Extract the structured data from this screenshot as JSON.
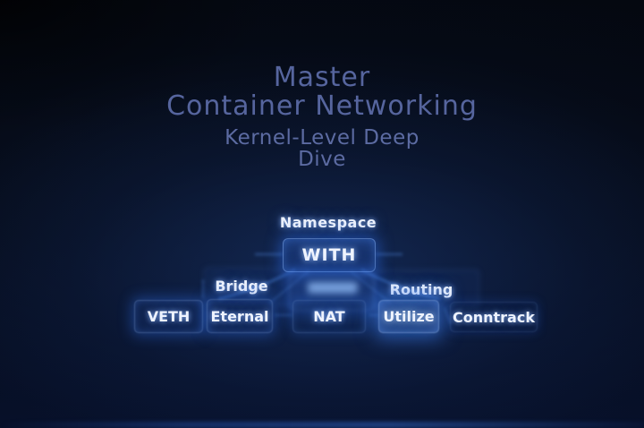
{
  "slide": {
    "title_line1": "Master",
    "title_line2": "Container Networking",
    "subtitle_line1": "Kernel-Level Deep",
    "subtitle_line2": "Dive"
  },
  "diagram": {
    "root_label": "Namespace",
    "root_box_label": "WITH",
    "branch_left_label": "Bridge",
    "branch_right_label": "Routing",
    "leaves": [
      "VETH",
      "Eternal",
      "NAT",
      "Utilize",
      "Conntrack"
    ]
  },
  "colors": {
    "background_base": "#050a16",
    "title_text": "#56659e",
    "subtitle_text": "#5c6ba2",
    "diagram_text": "#edf2fd",
    "glow_blue": "#3b7bff",
    "box_outline": "#82aaf0"
  }
}
